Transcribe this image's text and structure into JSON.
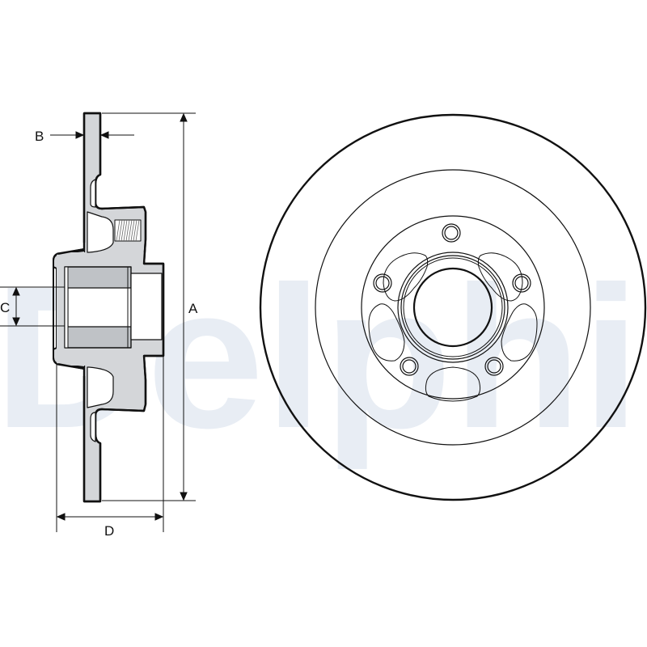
{
  "diagram": {
    "subject": "Brake disc with integrated hub bearing",
    "watermark": "Delphi",
    "dimension_labels": {
      "A": "A",
      "B": "B",
      "C": "C",
      "D": "D"
    },
    "views": [
      "cross-section (side)",
      "front view"
    ],
    "front_view": {
      "bolt_holes": 5,
      "cooling_pockets": 5
    },
    "colors": {
      "watermark": "#e8edf4",
      "section_fill": "#d4d6d9",
      "section_dark": "#bfc2c6",
      "line": "#111111"
    }
  }
}
